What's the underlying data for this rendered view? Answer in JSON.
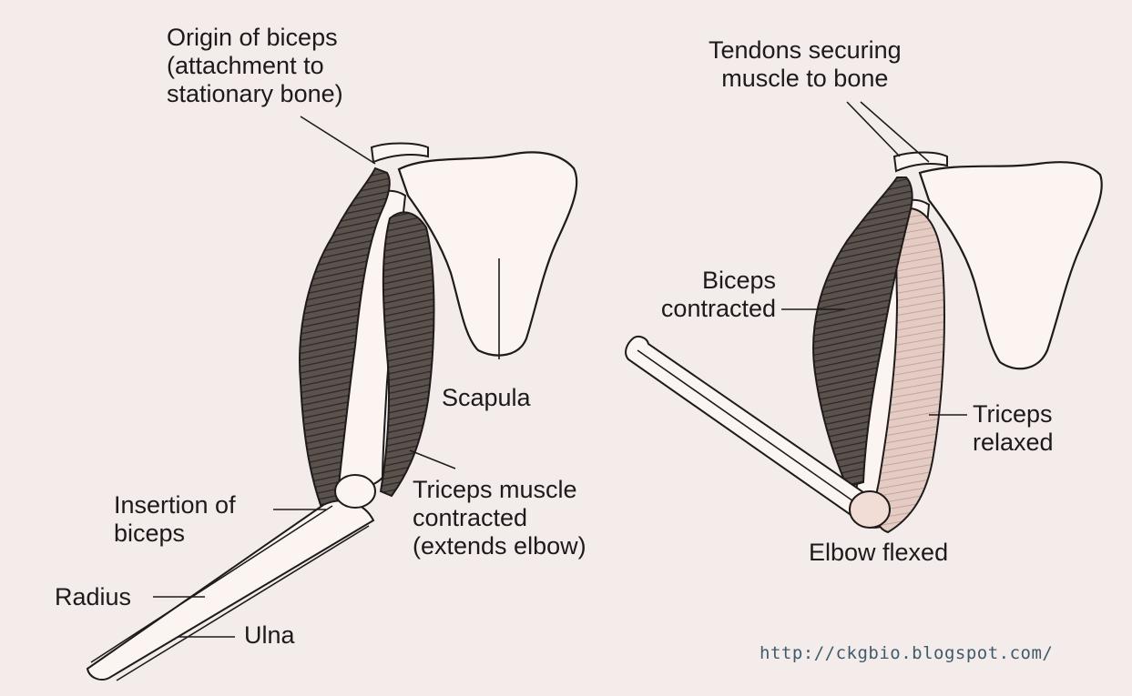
{
  "left_figure": {
    "origin_label": [
      "Origin of biceps",
      "(attachment to",
      "stationary bone)"
    ],
    "scapula_label": "Scapula",
    "insertion_label": [
      "Insertion of",
      "biceps"
    ],
    "triceps_label": [
      "Triceps muscle",
      "contracted",
      "(extends elbow)"
    ],
    "radius_label": "Radius",
    "ulna_label": "Ulna"
  },
  "right_figure": {
    "tendons_label": [
      "Tendons securing",
      "muscle to bone"
    ],
    "biceps_label": [
      "Biceps",
      "contracted"
    ],
    "triceps_label": [
      "Triceps",
      "relaxed"
    ],
    "elbow_label": "Elbow flexed"
  },
  "watermark": "http://ckgbio.blogspot.com/",
  "colors": {
    "background": "#f4eceb",
    "bone": "#fbf4f1",
    "muscle_dark": "#4a423f",
    "muscle_pink": "#e7cfc8",
    "outline": "#1e1b1b",
    "watermark": "#3f5b6b"
  }
}
